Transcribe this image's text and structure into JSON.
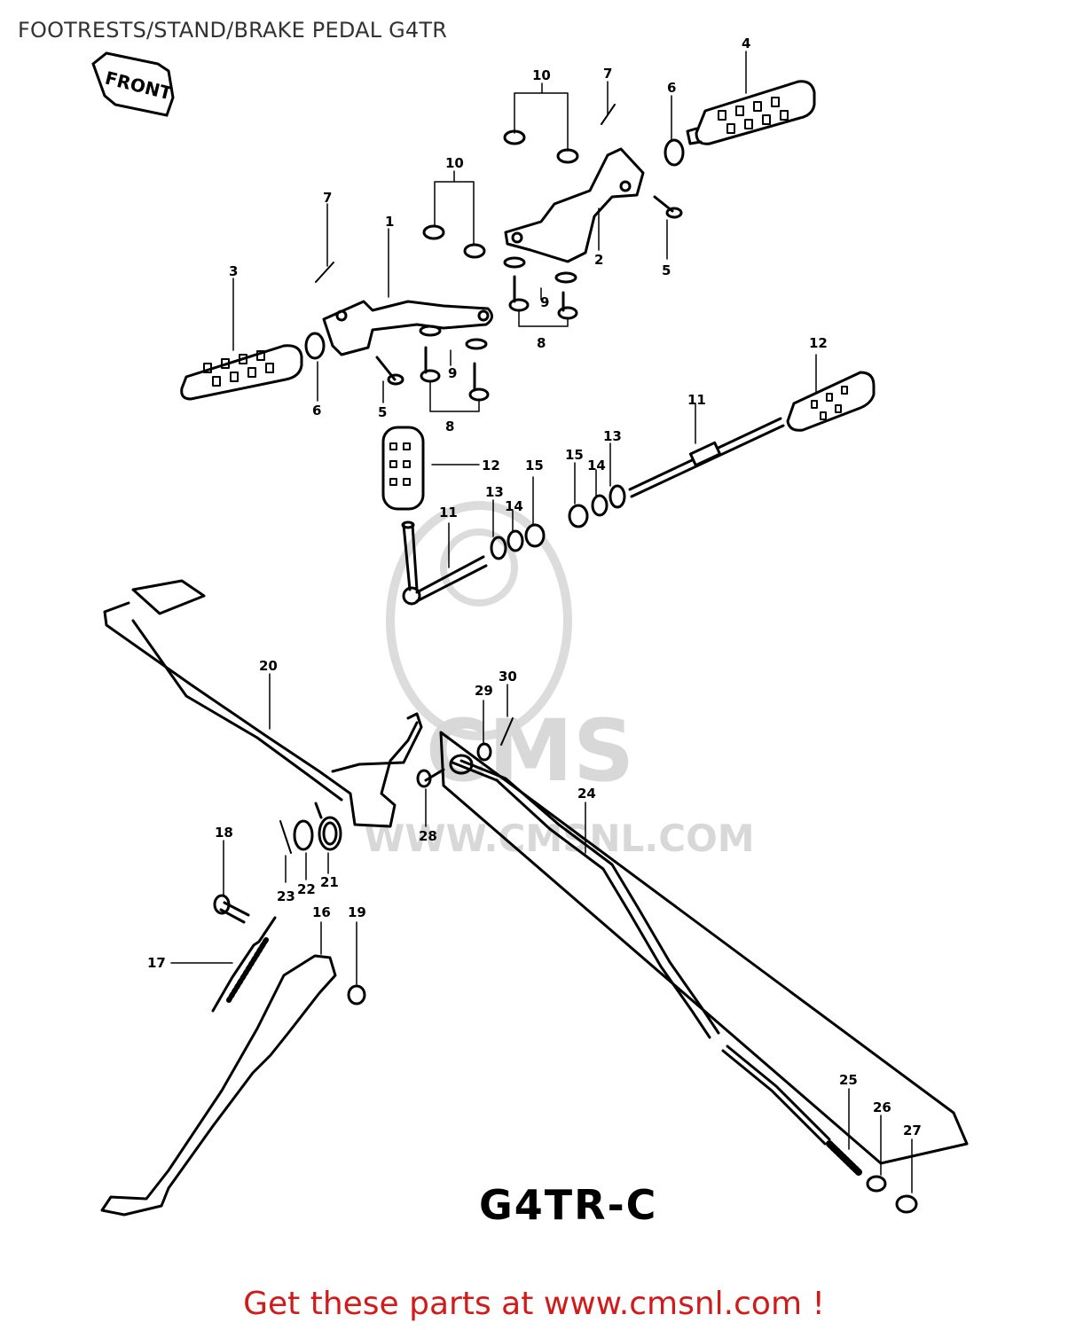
{
  "title": "FOOTRESTS/STAND/BRAKE PEDAL G4TR",
  "model_label": "G4TR-C",
  "direction_label": "FRONT",
  "footer_text": "Get these parts at www.cmsnl.com !",
  "watermark": {
    "brand": "CMS",
    "url": "WWW.CMSNL.COM"
  },
  "colors": {
    "footer": "#d11a1a",
    "line": "#000000",
    "watermark": "#d8d8d8"
  },
  "callouts": [
    {
      "id": "c1",
      "text": "1"
    },
    {
      "id": "c2",
      "text": "2"
    },
    {
      "id": "c3",
      "text": "3"
    },
    {
      "id": "c4",
      "text": "4"
    },
    {
      "id": "c5a",
      "text": "5"
    },
    {
      "id": "c5b",
      "text": "5"
    },
    {
      "id": "c6a",
      "text": "6"
    },
    {
      "id": "c6b",
      "text": "6"
    },
    {
      "id": "c7a",
      "text": "7"
    },
    {
      "id": "c7b",
      "text": "7"
    },
    {
      "id": "c8a",
      "text": "8"
    },
    {
      "id": "c8b",
      "text": "8"
    },
    {
      "id": "c9a",
      "text": "9"
    },
    {
      "id": "c9b",
      "text": "9"
    },
    {
      "id": "c10a",
      "text": "10"
    },
    {
      "id": "c10b",
      "text": "10"
    },
    {
      "id": "c11a",
      "text": "11"
    },
    {
      "id": "c11b",
      "text": "11"
    },
    {
      "id": "c12a",
      "text": "12"
    },
    {
      "id": "c12b",
      "text": "12"
    },
    {
      "id": "c13a",
      "text": "13"
    },
    {
      "id": "c13b",
      "text": "13"
    },
    {
      "id": "c14a",
      "text": "14"
    },
    {
      "id": "c14b",
      "text": "14"
    },
    {
      "id": "c15a",
      "text": "15"
    },
    {
      "id": "c15b",
      "text": "15"
    },
    {
      "id": "c16",
      "text": "16"
    },
    {
      "id": "c17",
      "text": "17"
    },
    {
      "id": "c18",
      "text": "18"
    },
    {
      "id": "c19",
      "text": "19"
    },
    {
      "id": "c20",
      "text": "20"
    },
    {
      "id": "c21",
      "text": "21"
    },
    {
      "id": "c22",
      "text": "22"
    },
    {
      "id": "c23",
      "text": "23"
    },
    {
      "id": "c24",
      "text": "24"
    },
    {
      "id": "c25",
      "text": "25"
    },
    {
      "id": "c26",
      "text": "26"
    },
    {
      "id": "c27",
      "text": "27"
    },
    {
      "id": "c28",
      "text": "28"
    },
    {
      "id": "c29",
      "text": "29"
    },
    {
      "id": "c30",
      "text": "30"
    }
  ]
}
